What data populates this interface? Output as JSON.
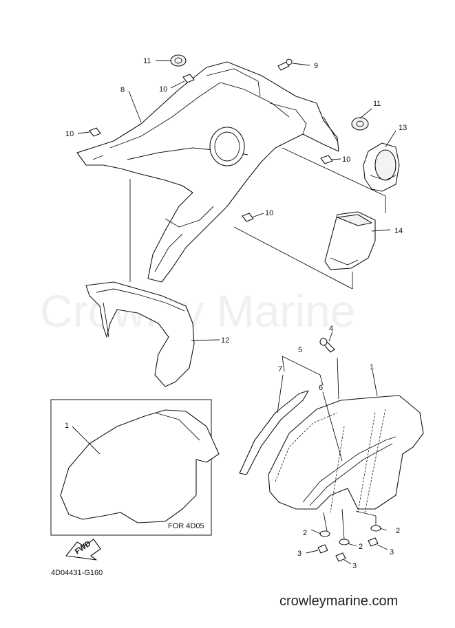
{
  "callouts": {
    "c1a": "1",
    "c1b": "1",
    "c2a": "2",
    "c2b": "2",
    "c2c": "2",
    "c3a": "3",
    "c3b": "3",
    "c3c": "3",
    "c4": "4",
    "c5": "5",
    "c6": "6",
    "c7": "7",
    "c8": "8",
    "c9": "9",
    "c10a": "10",
    "c10b": "10",
    "c10c": "10",
    "c10d": "10",
    "c11a": "11",
    "c11b": "11",
    "c12": "12",
    "c13": "13",
    "c14": "14"
  },
  "watermark": "Crowley Marine",
  "variant_label": "FOR 4D05",
  "fwd_label": "FWD",
  "diagram_code": "4D04431-G160",
  "site_url": "crowleymarine.com"
}
